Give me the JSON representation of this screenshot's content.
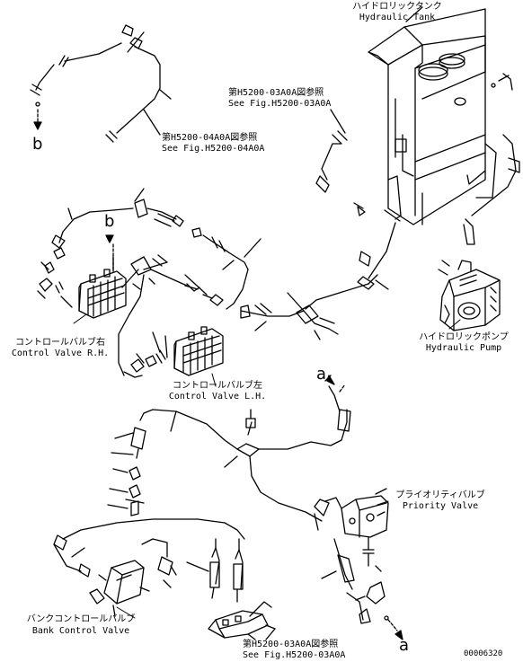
{
  "labels": {
    "hydraulic_tank_jp": "ハイドロリックタンク",
    "hydraulic_tank_en": "Hydraulic Tank",
    "ref_03a0a_top_jp": "第H5200-03A0A図参照",
    "ref_03a0a_top_en": "See Fig.H5200-03A0A",
    "ref_04a0a_jp": "第H5200-04A0A図参照",
    "ref_04a0a_en": "See Fig.H5200-04A0A",
    "control_valve_rh_jp": "コントロールバルブ右",
    "control_valve_rh_en": "Control Valve R.H.",
    "control_valve_lh_jp": "コントロールバルブ左",
    "control_valve_lh_en": "Control Valve L.H.",
    "hydraulic_pump_jp": "ハイドロリックポンプ",
    "hydraulic_pump_en": "Hydraulic Pump",
    "priority_valve_jp": "プライオリティバルブ",
    "priority_valve_en": "Priority Valve",
    "bank_control_valve_jp": "バンクコントロールバルブ",
    "bank_control_valve_en": "Bank Control Valve",
    "ref_03a0a_bottom_jp": "第H5200-03A0A図参照",
    "ref_03a0a_bottom_en": "See Fig.H5200-03A0A",
    "marker_b_top": "b",
    "marker_b_mid": "b",
    "marker_a_right": "a",
    "marker_a_bottom": "a",
    "figure_number": "00006320"
  }
}
